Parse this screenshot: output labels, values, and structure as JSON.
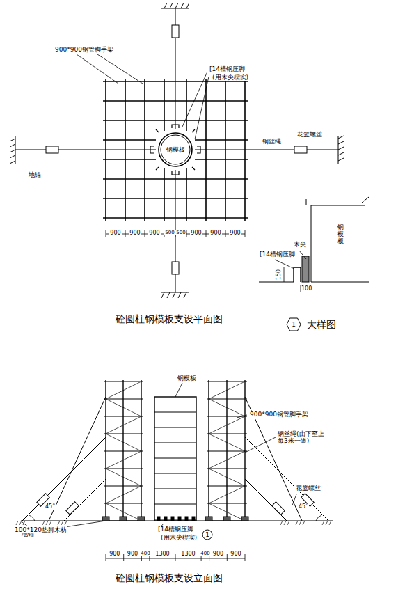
{
  "diagram": {
    "nodes": [
      {
        "text": [
          "钢模板"
        ]
      },
      {
        "text": [
          "1"
        ]
      },
      {
        "text": [
          "1"
        ]
      }
    ],
    "labels": [
      "砼圆柱钢模板支设平面图",
      "900*900钢管脚手架",
      "[14槽钢压脚",
      "(用木尖楔实)",
      "钢丝绳",
      "花篮螺丝",
      "地锚",
      "900",
      "900",
      "900",
      "500",
      "500",
      "900",
      "900",
      "900",
      "木尖",
      "[14槽钢压脚",
      "150",
      "100",
      "钢模板",
      "大样图",
      "砼圆柱钢模板支设立面图",
      "钢模板",
      "900*900钢管脚手架",
      "钢丝绳(由下至上每3米一道)",
      "花篮螺丝",
      "地锚",
      "45°",
      "45°",
      "100*120垫脚木枋",
      "[14槽钢压脚",
      "(用木尖楔实)",
      "900",
      "900",
      "400",
      "1300",
      "1300",
      "400",
      "900",
      "900"
    ]
  }
}
